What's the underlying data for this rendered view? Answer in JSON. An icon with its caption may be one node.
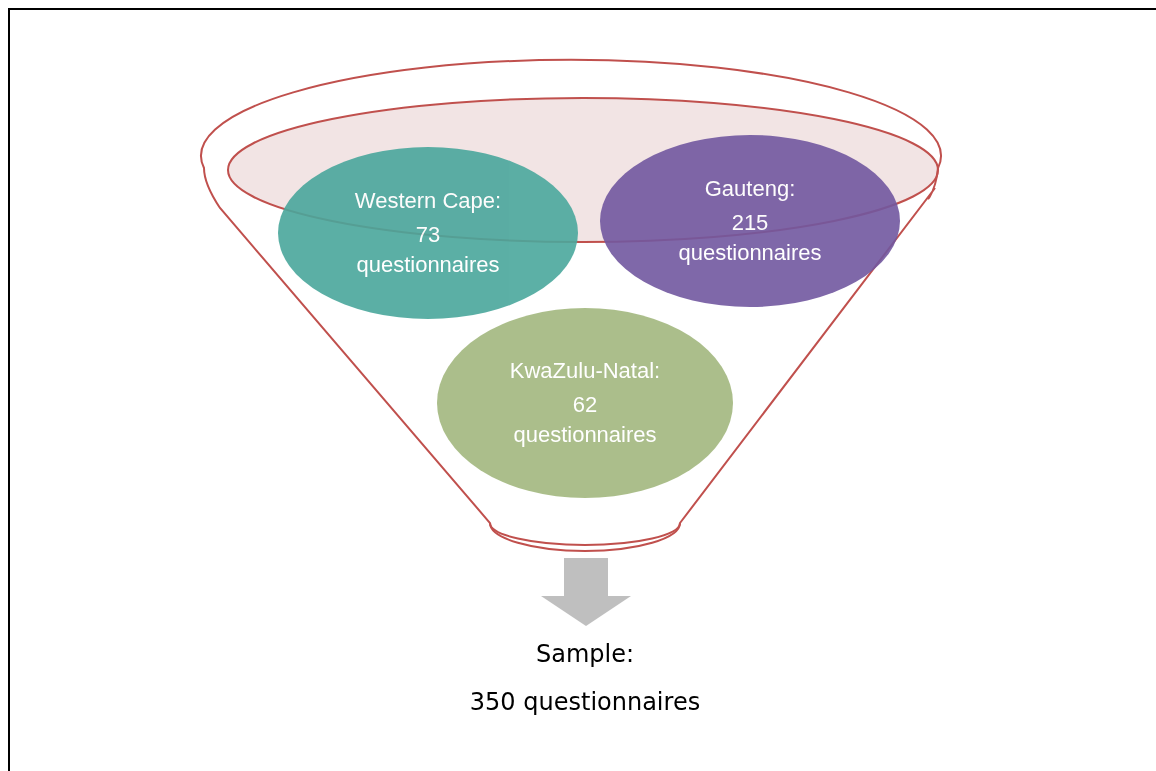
{
  "diagram": {
    "nodes": [
      {
        "text": [],
        "shape": "funnel"
      },
      {
        "text": [
          "Western Cape:",
          "73 questionnaires"
        ],
        "in": 0
      },
      {
        "text": [
          "Gauteng:",
          "215 questionnaires"
        ],
        "in": 0
      },
      {
        "text": [
          "KwaZulu-Natal:",
          "62 questionnaires"
        ],
        "in": 0
      },
      {
        "text": [
          "Sample:",
          "350 questionnaires"
        ]
      }
    ],
    "edges": [
      {
        "from": 0,
        "to": 4,
        "arrow": "to"
      }
    ]
  }
}
